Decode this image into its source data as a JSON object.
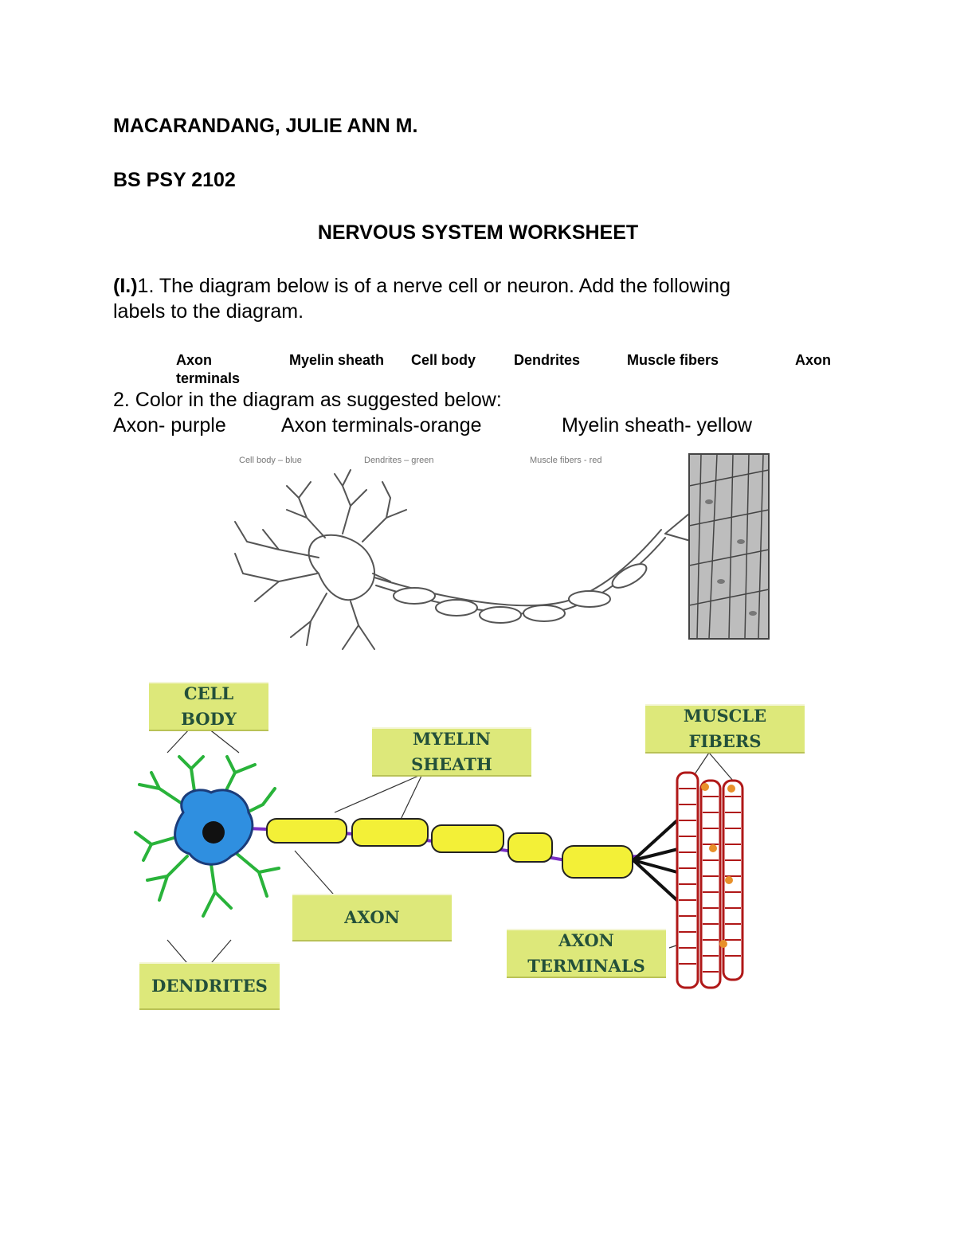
{
  "header": {
    "name": "MACARANDANG, JULIE ANN M.",
    "course": "BS PSY 2102",
    "title": "NERVOUS SYSTEM WORKSHEET"
  },
  "question1": {
    "number": "(I.)",
    "text_line1": "1. The diagram below is of a nerve cell or neuron. Add the following",
    "text_line2": "labels to the diagram."
  },
  "label_bank": {
    "items": [
      "Axon",
      "Myelin sheath",
      "Cell body",
      "Dendrites",
      "Muscle fibers",
      "Axon"
    ],
    "continuation": "terminals"
  },
  "question2": {
    "text": "2. Color in the diagram as suggested below:",
    "colors_line": [
      "Axon- purple",
      "Axon terminals-orange",
      "Myelin sheath- yellow"
    ],
    "faint_line": [
      "Cell body – blue",
      "Dendrites – green",
      "Muscle fibers - red"
    ]
  },
  "labeled_diagram": {
    "cell_body": [
      "CELL",
      "BODY"
    ],
    "myelin_sheath": [
      "MYELIN",
      "SHEATH"
    ],
    "muscle_fibers": [
      "MUSCLE",
      "FIBERS"
    ],
    "axon": "AXON",
    "axon_terminals": [
      "AXON",
      "TERMINALS"
    ],
    "dendrites": "DENDRITES",
    "colors": {
      "label_box": "#dde87a",
      "label_text": "#23503a",
      "cell_body": "#2f8fe0",
      "dendrites": "#29b33a",
      "myelin": "#f3f037",
      "axon": "#7a2fc4",
      "muscle": "#b01818",
      "terminal_dot": "#e8902a"
    }
  }
}
